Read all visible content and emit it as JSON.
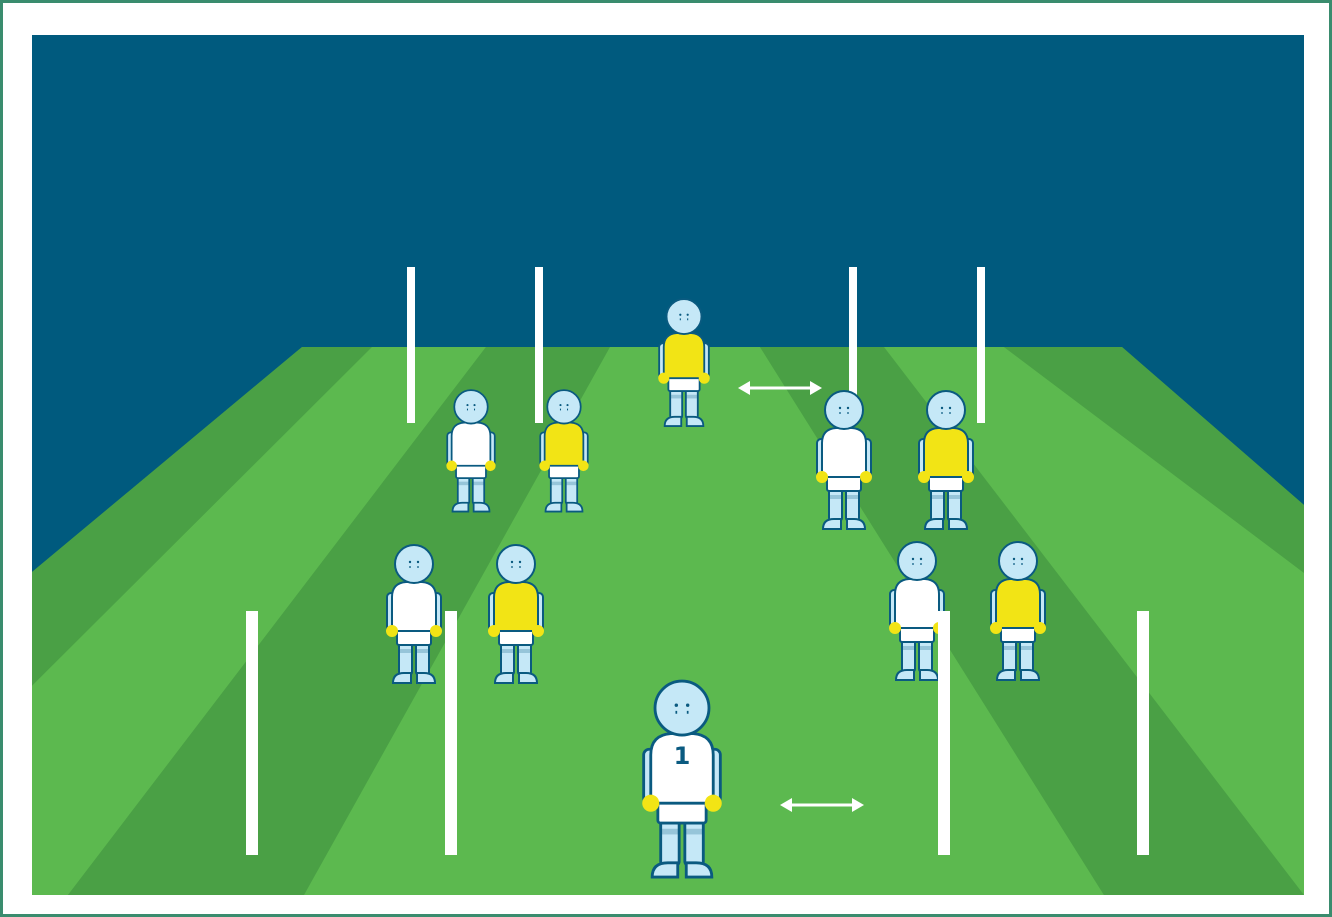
{
  "colors": {
    "frame": "#3a8c6e",
    "sky": "#005a7e",
    "pitch_light": "#5cb94f",
    "pitch_dark": "#4aa045",
    "post": "#ffffff",
    "skin": "#c5e8f7",
    "outline": "#0a5a80",
    "kit_white": "#ffffff",
    "kit_yellow": "#f2e415",
    "glove": "#f2e415"
  },
  "goalkeeper": {
    "number": "1",
    "kit": "white"
  },
  "players": [
    {
      "id": "back-center",
      "kit": "yellow",
      "row": "back"
    },
    {
      "id": "mid-left-a",
      "kit": "white",
      "row": "middle"
    },
    {
      "id": "mid-left-b",
      "kit": "yellow",
      "row": "middle"
    },
    {
      "id": "mid-right-a",
      "kit": "white",
      "row": "middle"
    },
    {
      "id": "mid-right-b",
      "kit": "yellow",
      "row": "middle"
    },
    {
      "id": "front-left-a",
      "kit": "white",
      "row": "front"
    },
    {
      "id": "front-left-b",
      "kit": "yellow",
      "row": "front"
    },
    {
      "id": "front-right-a",
      "kit": "white",
      "row": "front"
    },
    {
      "id": "front-right-b",
      "kit": "yellow",
      "row": "front"
    }
  ],
  "icons": [
    "double-arrow-icon",
    "double-arrow-icon"
  ]
}
